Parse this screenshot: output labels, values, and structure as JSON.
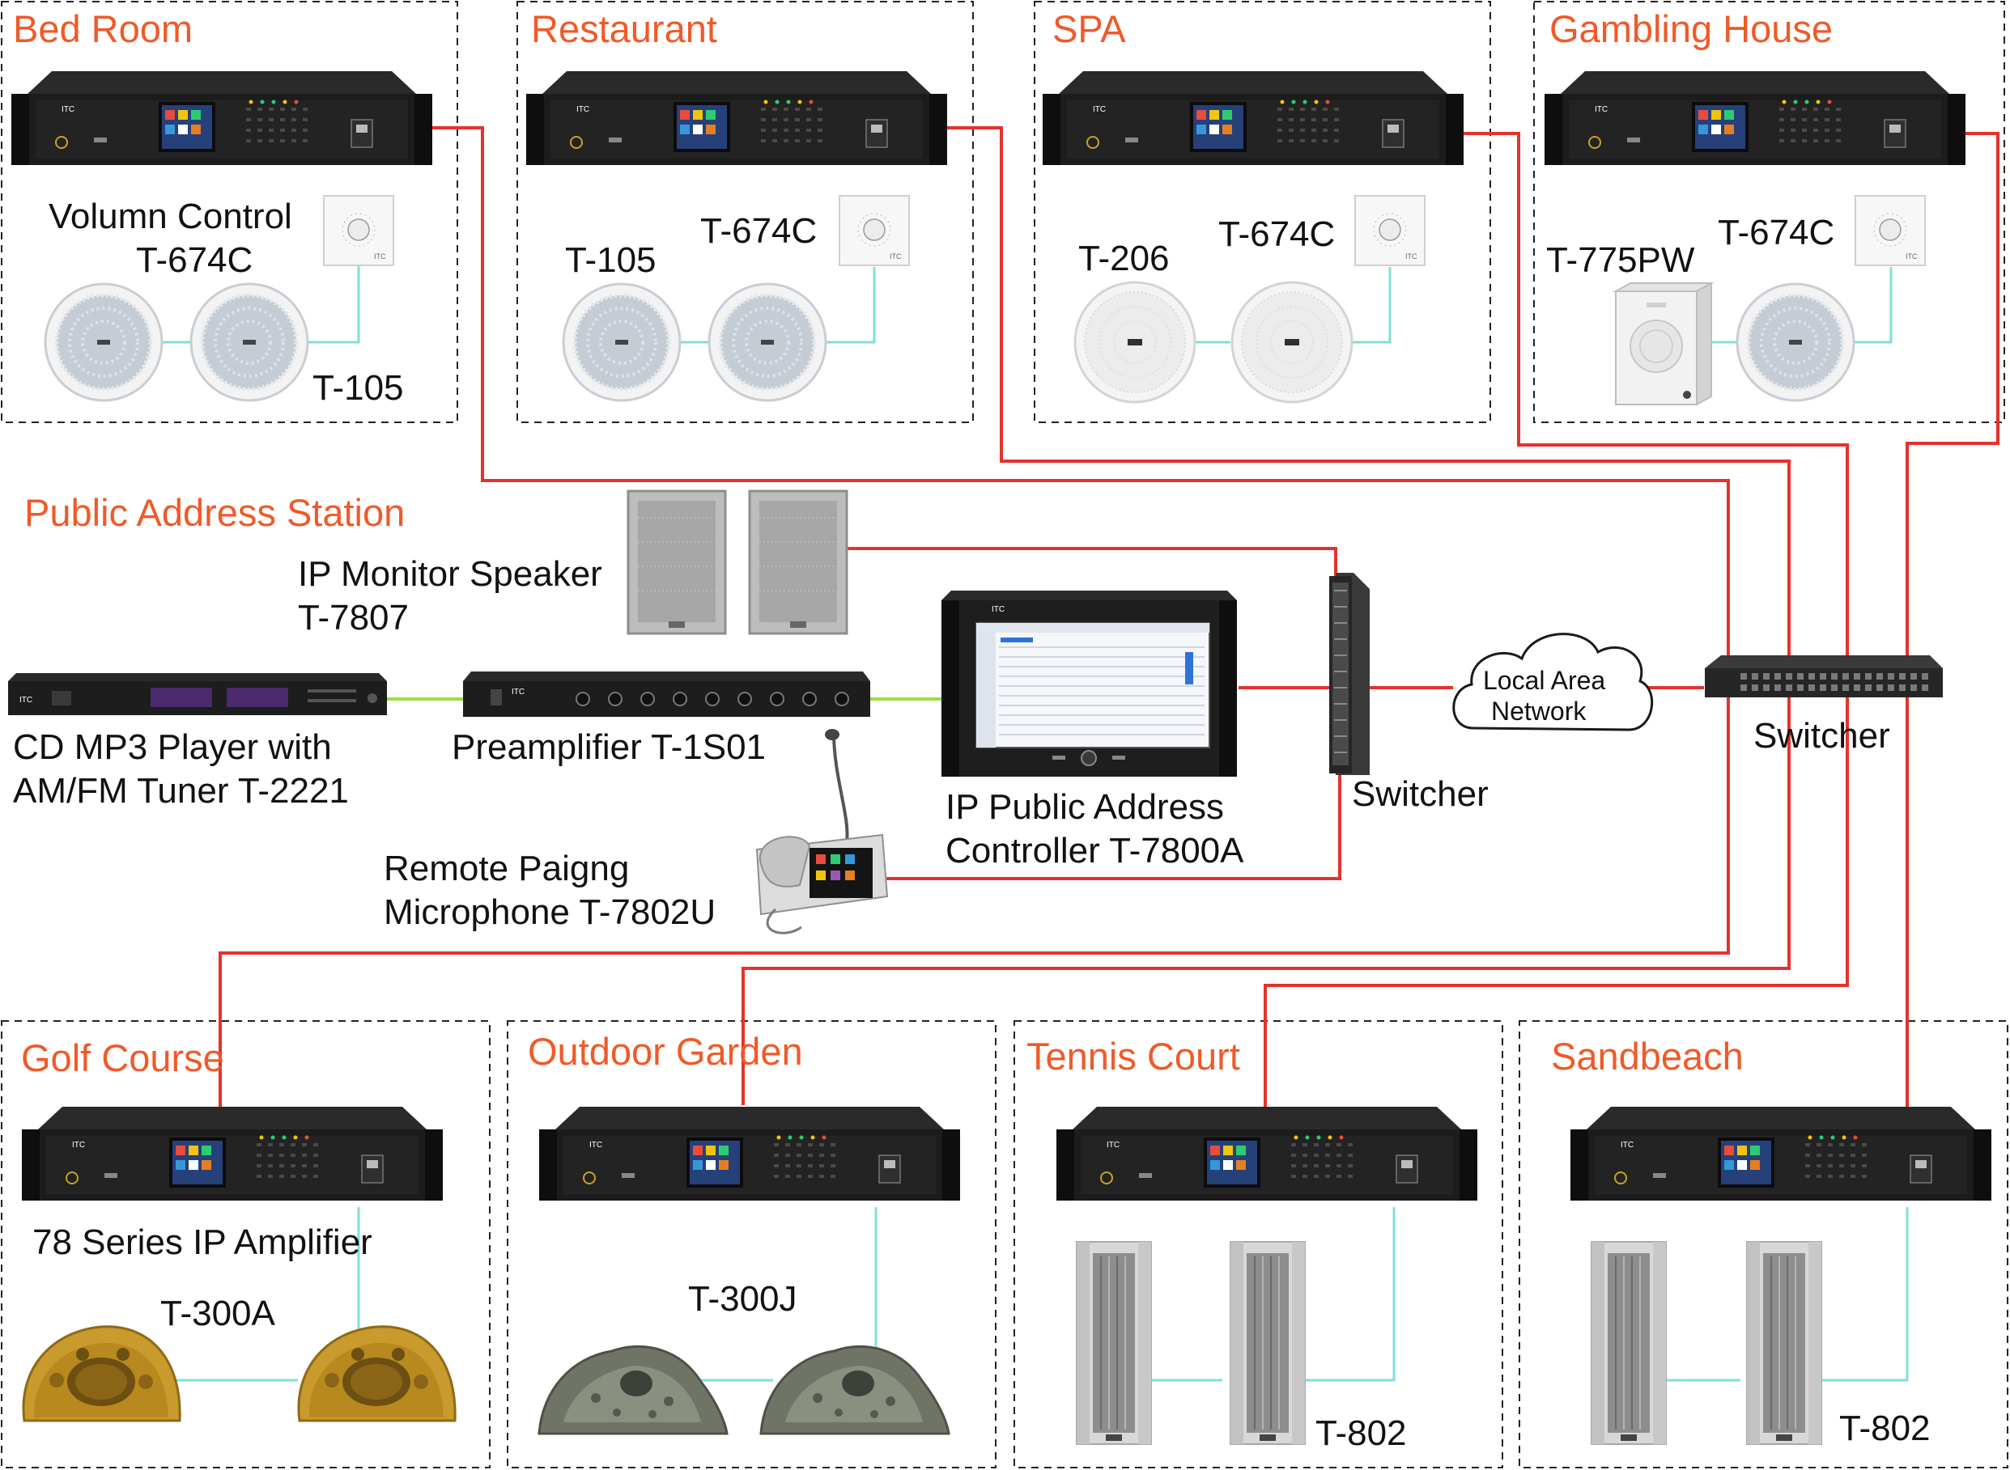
{
  "colors": {
    "zone_title": "#f05a28",
    "network_line": "#e5322d",
    "speaker_line": "#7fe0d8",
    "audio_line": "#9be03a",
    "zone_border": "#222222"
  },
  "zones": {
    "bed_room": {
      "title": "Bed Room",
      "volume_control_label": "Volumn Control",
      "volume_model": "T-674C",
      "speaker_model": "T-105"
    },
    "restaurant": {
      "title": "Restaurant",
      "speaker_model": "T-105",
      "volume_model": "T-674C"
    },
    "spa": {
      "title": "SPA",
      "speaker_model": "T-206",
      "volume_model": "T-674C"
    },
    "gambling_house": {
      "title": "Gambling House",
      "speaker_model": "T-775PW",
      "volume_model": "T-674C"
    },
    "golf_course": {
      "title": "Golf Course",
      "amplifier_label": "78 Series IP Amplifier",
      "speaker_model": "T-300A"
    },
    "outdoor_garden": {
      "title": "Outdoor Garden",
      "speaker_model": "T-300J"
    },
    "tennis_court": {
      "title": "Tennis Court",
      "speaker_model": "T-802"
    },
    "sandbeach": {
      "title": "Sandbeach",
      "speaker_model": "T-802"
    }
  },
  "station": {
    "title": "Public Address Station",
    "monitor_line1": "IP Monitor Speaker",
    "monitor_line2": "T-7807",
    "cd_line1": "CD MP3 Player with",
    "cd_line2": "AM/FM Tuner T-2221",
    "preamp": "Preamplifier T-1S01",
    "controller_line1": "IP Public Address",
    "controller_line2": "Controller T-7800A",
    "mic_line1": "Remote Paigng",
    "mic_line2": "Microphone T-7802U",
    "switcher_left": "Switcher",
    "lan_line1": "Local Area",
    "lan_line2": "Network",
    "switcher_right": "Switcher"
  }
}
